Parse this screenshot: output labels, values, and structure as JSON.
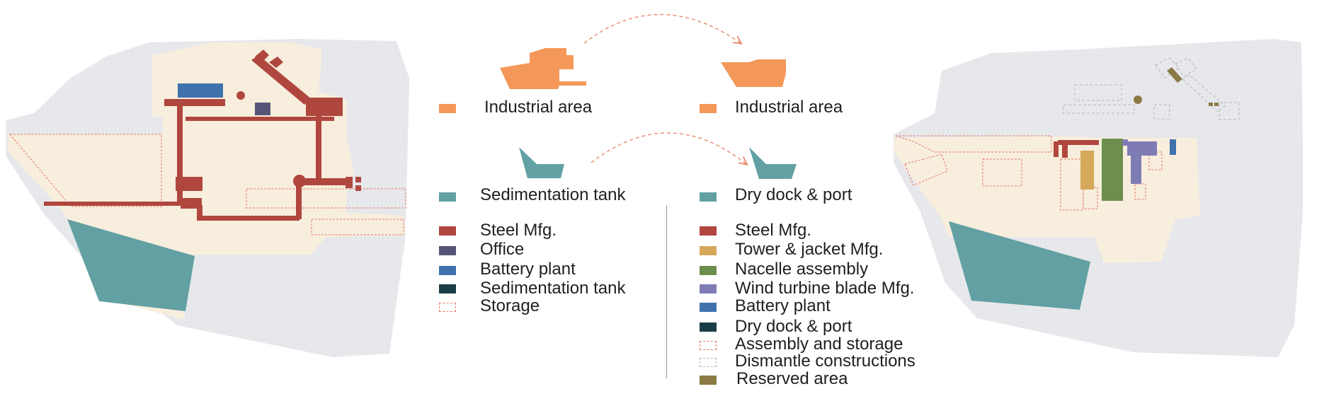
{
  "colors": {
    "ground": "#e8e9ec",
    "site": "#f8eedd",
    "industrial": "#f4985a",
    "steel": "#b0473f",
    "office": "#575577",
    "battery": "#3f72ad",
    "sedimentation": "#62a0a3",
    "sedimentation_swatch": "#1b3d48",
    "dock": "#62a0a3",
    "dock_swatch": "#1b3d48",
    "tower": "#d5a85a",
    "nacelle": "#6c8f4f",
    "blade": "#7f7cb5",
    "storage_outline": "#e4786b",
    "dismantle_outline": "#b8b8b8",
    "reserved": "#8c7a45",
    "arrow": "#e88a6e",
    "text": "#1f1f1f"
  },
  "center": {
    "left_column": {
      "industrial_label": "Industrial area",
      "sedimentation_label": "Sedimentation tank",
      "legend": [
        {
          "key": "steel",
          "label": "Steel Mfg."
        },
        {
          "key": "office",
          "label": "Office"
        },
        {
          "key": "battery",
          "label": "Battery plant"
        },
        {
          "key": "sedimentation_swatch",
          "label": "Sedimentation tank"
        },
        {
          "key": "storage_outline",
          "label": "Storage",
          "dashed": true
        }
      ]
    },
    "right_column": {
      "industrial_label": "Industrial area",
      "dock_label": "Dry dock & port",
      "legend": [
        {
          "key": "steel",
          "label": "Steel Mfg."
        },
        {
          "key": "tower",
          "label": "Tower & jacket Mfg."
        },
        {
          "key": "nacelle",
          "label": "Nacelle assembly"
        },
        {
          "key": "blade",
          "label": "Wind turbine blade Mfg."
        },
        {
          "key": "battery",
          "label": "Battery plant"
        },
        {
          "key": "dock_swatch",
          "label": "Dry dock & port"
        },
        {
          "key": "storage_outline",
          "label": "Assembly and storage",
          "dashed": true
        },
        {
          "key": "dismantle_outline",
          "label": "Dismantle constructions",
          "dashed": true
        },
        {
          "key": "reserved",
          "label": "Reserved area"
        }
      ]
    }
  }
}
